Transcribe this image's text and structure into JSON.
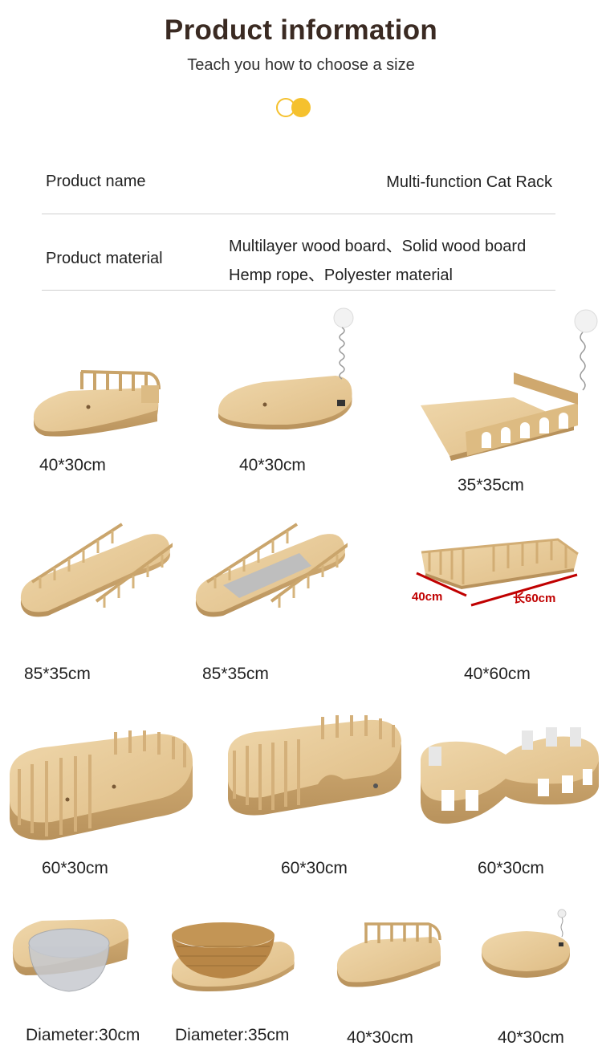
{
  "header": {
    "title": "Product information",
    "subtitle": "Teach you how to choose a size"
  },
  "specs": {
    "name_label": "Product name",
    "name_value": "Multi-function Cat Rack",
    "material_label": "Product material",
    "material_line1": "Multilayer wood board、Solid wood board",
    "material_line2": "Hemp rope、Polyester material"
  },
  "products": [
    {
      "size": "40*30cm"
    },
    {
      "size": "40*30cm"
    },
    {
      "size": "35*35cm"
    },
    {
      "size": "85*35cm"
    },
    {
      "size": "85*35cm"
    },
    {
      "size": "40*60cm",
      "dim_width": "40cm",
      "dim_length": "长60cm"
    },
    {
      "size": "60*30cm"
    },
    {
      "size": "60*30cm"
    },
    {
      "size": "60*30cm"
    },
    {
      "size": "Diameter:30cm"
    },
    {
      "size": "Diameter:35cm"
    },
    {
      "size": "40*30cm"
    },
    {
      "size": "40*30cm"
    }
  ],
  "colors": {
    "wood": "#e6c996",
    "wood_dark": "#c9a46a",
    "accent": "#f5c12e",
    "dim_red": "#c00000"
  }
}
